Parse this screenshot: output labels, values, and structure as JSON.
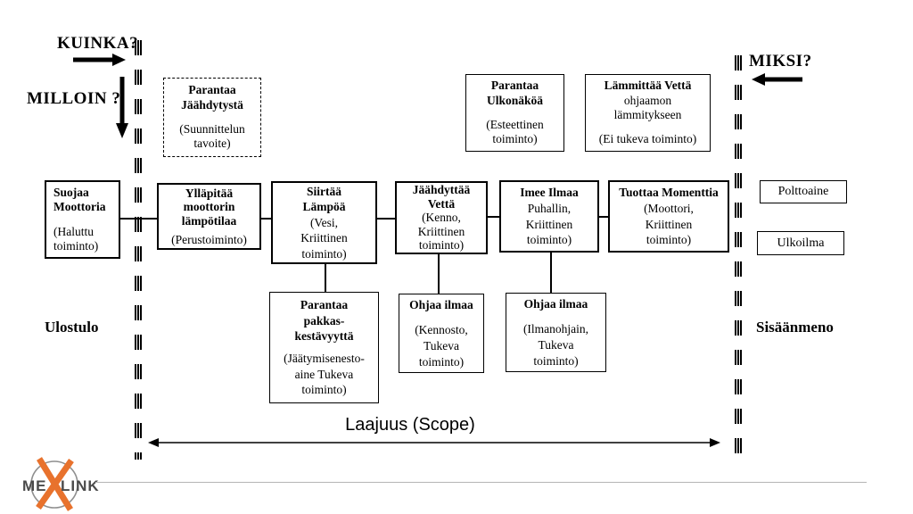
{
  "labels": {
    "kuinka": "KUINKA?",
    "milloin": "MILLOIN ?",
    "miksi": "MIKSI?",
    "ulostulo": "Ulostulo",
    "sisaanmeno": "Sisäänmeno",
    "scope": "Laajuus (Scope)"
  },
  "boxes": {
    "design_goal": {
      "title": "Parantaa\nJäähdytystä",
      "body": "(Suunnittelun\ntavoite)"
    },
    "parantaa_ulkonakoa": {
      "title": "Parantaa\nUlkonäköä",
      "body": "(Esteettinen\ntoiminto)"
    },
    "lammittaa_vetta": {
      "title": "Lämmittää Vettä",
      "sub": "ohjaamon\nlämmitykseen",
      "body": "(Ei tukeva  toiminto)"
    },
    "suojaa_moottoria": {
      "title": "Suojaa\nMoottoria",
      "body": "(Haluttu\ntoiminto)"
    },
    "yllapitaa_lampotilaa": {
      "title": "Ylläpitää\nmoottorin\nlämpötilaa",
      "body": "(Perustoiminto)"
    },
    "siirtaa_lampoa": {
      "title": "Siirtää\nLämpöä",
      "body": "(Vesi,\nKriittinen\ntoiminto)"
    },
    "jaahdyttaa_vetta": {
      "title": "Jäähdyttää\nVettä",
      "body": "(Kenno,\nKriittinen\ntoiminto)"
    },
    "imee_ilmaa": {
      "title": "Imee Ilmaa",
      "body": "Puhallin,\nKriittinen\ntoiminto)"
    },
    "tuottaa_momenttia": {
      "title": "Tuottaa Momenttia",
      "body": "(Moottori,\nKriittinen\ntoiminto)"
    },
    "polttoaine": {
      "title": "Polttoaine"
    },
    "ulkoilma": {
      "title": "Ulkoilma"
    },
    "pakkaskestavyys": {
      "title": "Parantaa\npakkas-\nkestävyyttä",
      "body": "(Jäätymisenesto-\naine Tukeva\ntoiminto)"
    },
    "ohjaa_ilmaa_kennosto": {
      "title": "Ohjaa ilmaa",
      "body": "(Kennosto,\nTukeva\ntoiminto)"
    },
    "ohjaa_ilmaa_ilmanohjain": {
      "title": "Ohjaa ilmaa",
      "body": "(Ilmanohjain,\nTukeva\ntoiminto)"
    }
  },
  "logo": {
    "prefix": "ME",
    "suffix": "LINK"
  },
  "colors": {
    "ink": "#000000",
    "accent_orange": "#e8722d",
    "logo_text": "#4a4a4a",
    "line_gray": "#b5b5b5"
  }
}
